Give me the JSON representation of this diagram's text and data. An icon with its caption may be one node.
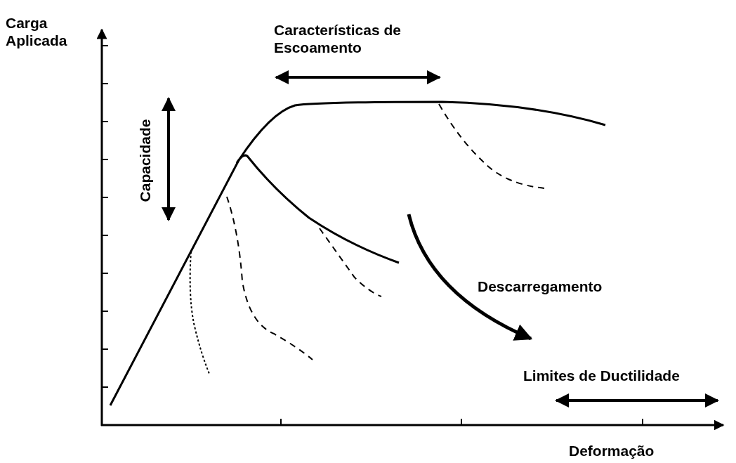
{
  "diagram": {
    "labels": [
      "Carga Aplicada",
      "Características de Escoamento",
      "Capacidade",
      "Descarregamento",
      "Limites de Ductilidade",
      "Deformação"
    ]
  }
}
